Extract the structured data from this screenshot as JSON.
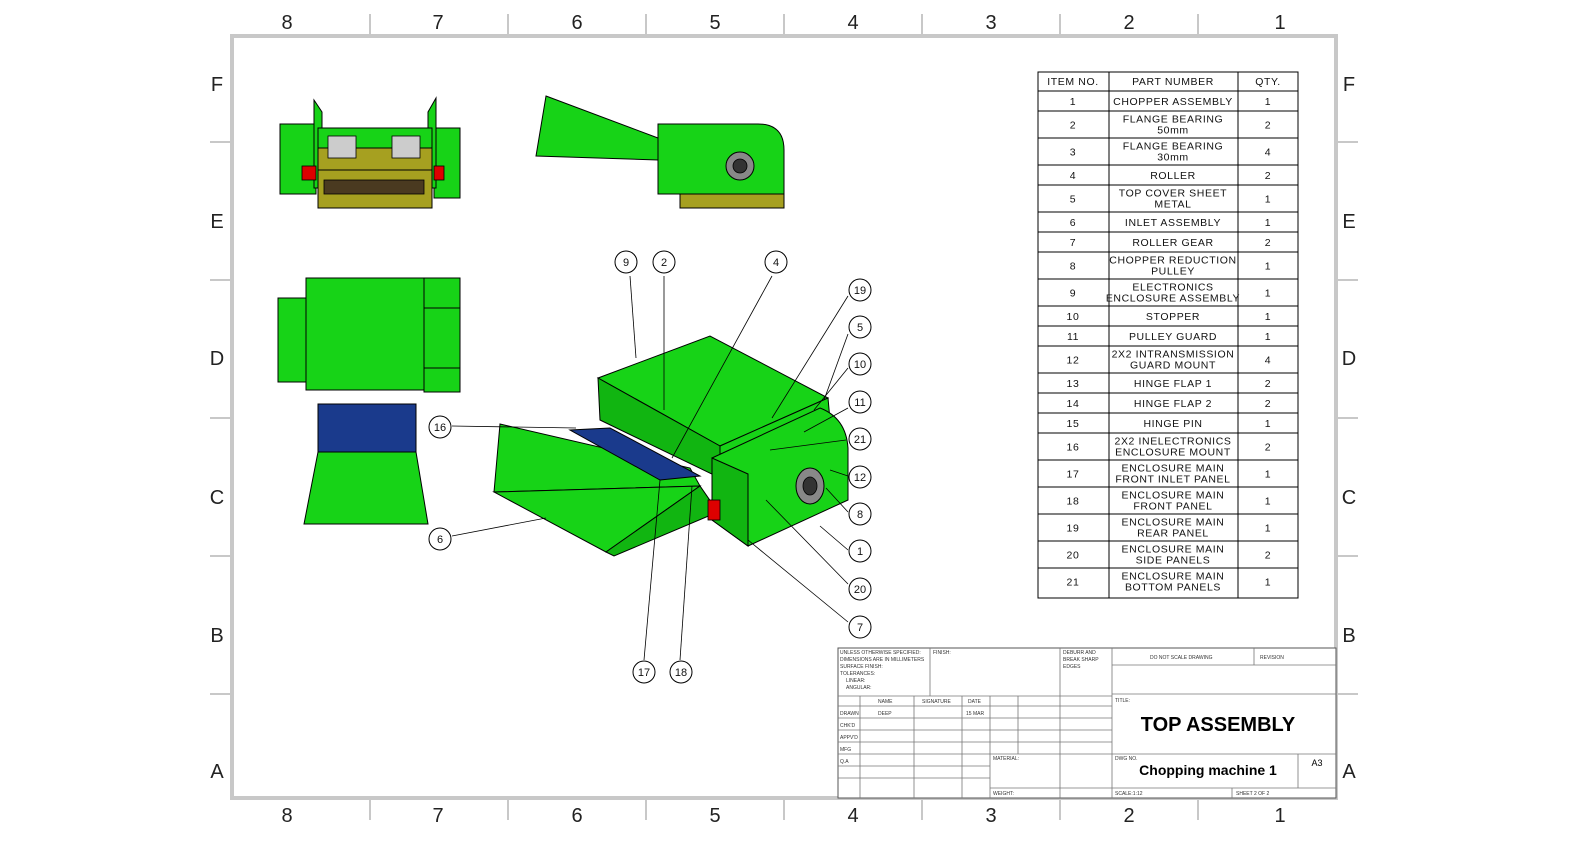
{
  "zones": {
    "columns": [
      "8",
      "7",
      "6",
      "5",
      "4",
      "3",
      "2",
      "1"
    ],
    "rows": [
      "F",
      "E",
      "D",
      "C",
      "B",
      "A"
    ]
  },
  "bom": {
    "headers": [
      "ITEM NO.",
      "PART NUMBER",
      "QTY."
    ],
    "rows": [
      {
        "item": "1",
        "part": [
          "CHOPPER ASSEMBLY"
        ],
        "qty": "1"
      },
      {
        "item": "2",
        "part": [
          "FLANGE BEARING",
          "50mm"
        ],
        "qty": "2"
      },
      {
        "item": "3",
        "part": [
          "FLANGE BEARING",
          "30mm"
        ],
        "qty": "4"
      },
      {
        "item": "4",
        "part": [
          "ROLLER"
        ],
        "qty": "2"
      },
      {
        "item": "5",
        "part": [
          "TOP COVER SHEET",
          "METAL"
        ],
        "qty": "1"
      },
      {
        "item": "6",
        "part": [
          "INLET ASSEMBLY"
        ],
        "qty": "1"
      },
      {
        "item": "7",
        "part": [
          "ROLLER GEAR"
        ],
        "qty": "2"
      },
      {
        "item": "8",
        "part": [
          "CHOPPER REDUCTION",
          "PULLEY"
        ],
        "qty": "1"
      },
      {
        "item": "9",
        "part": [
          "ELECTRONICS",
          "ENCLOSURE ASSEMBLY"
        ],
        "qty": "1"
      },
      {
        "item": "10",
        "part": [
          "STOPPER"
        ],
        "qty": "1"
      },
      {
        "item": "11",
        "part": [
          "PULLEY GUARD"
        ],
        "qty": "1"
      },
      {
        "item": "12",
        "part": [
          "2X2 INTRANSMISSION",
          "GUARD MOUNT"
        ],
        "qty": "4"
      },
      {
        "item": "13",
        "part": [
          "HINGE FLAP 1"
        ],
        "qty": "2"
      },
      {
        "item": "14",
        "part": [
          "HINGE FLAP 2"
        ],
        "qty": "2"
      },
      {
        "item": "15",
        "part": [
          "HINGE PIN"
        ],
        "qty": "1"
      },
      {
        "item": "16",
        "part": [
          "2X2 INELECTRONICS",
          "ENCLOSURE MOUNT"
        ],
        "qty": "2"
      },
      {
        "item": "17",
        "part": [
          "ENCLOSURE MAIN",
          "FRONT INLET PANEL"
        ],
        "qty": "1"
      },
      {
        "item": "18",
        "part": [
          "ENCLOSURE MAIN",
          "FRONT PANEL"
        ],
        "qty": "1"
      },
      {
        "item": "19",
        "part": [
          "ENCLOSURE MAIN",
          "REAR PANEL"
        ],
        "qty": "1"
      },
      {
        "item": "20",
        "part": [
          "ENCLOSURE MAIN",
          "SIDE PANELS"
        ],
        "qty": "2"
      },
      {
        "item": "21",
        "part": [
          "ENCLOSURE MAIN",
          "BOTTOM PANELS"
        ],
        "qty": "1"
      }
    ]
  },
  "balloons": [
    "9",
    "2",
    "4",
    "19",
    "5",
    "10",
    "11",
    "21",
    "12",
    "8",
    "1",
    "20",
    "7",
    "16",
    "6",
    "17",
    "18"
  ],
  "title_block": {
    "notes": [
      "UNLESS OTHERWISE SPECIFIED:",
      "DIMENSIONS ARE IN MILLIMETERS",
      "SURFACE FINISH:",
      "TOLERANCES:",
      "LINEAR:",
      "ANGULAR:"
    ],
    "finish_label": "FINISH:",
    "deburr_label": [
      "DEBURR AND",
      "BREAK SHARP",
      "EDGES"
    ],
    "do_not_scale": "DO NOT SCALE DRAWING",
    "revision_label": "REVISION",
    "col_headers": [
      "NAME",
      "SIGNATURE",
      "DATE"
    ],
    "row_labels": [
      "DRAWN",
      "CHK'D",
      "APPV'D",
      "MFG",
      "Q.A"
    ],
    "drawn_name": "DEEP",
    "drawn_date": "15 MAR",
    "material_label": "MATERIAL:",
    "weight_label": "WEIGHT:",
    "title_label": "TITLE:",
    "title": "TOP ASSEMBLY",
    "dwg_label": "DWG NO.",
    "dwg_no": "Chopping machine 1",
    "size": "A3",
    "scale": "SCALE:1:12",
    "sheet": "SHEET 2 OF 2"
  }
}
